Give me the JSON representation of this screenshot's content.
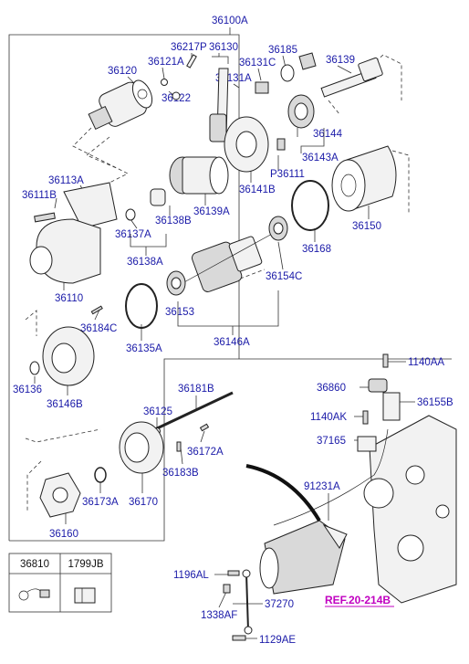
{
  "labels": {
    "top": "36100A",
    "l36217P": "36217P",
    "l36130": "36130",
    "l36185": "36185",
    "l36120": "36120",
    "l36121A": "36121A",
    "l36131C": "36131C",
    "l36139": "36139",
    "l36131A": "36131A",
    "l36122": "36122",
    "l36144": "36144",
    "l36143A": "36143A",
    "lP36111": "P36111",
    "l36141B": "36141B",
    "l36113A": "36113A",
    "l36111B": "36111B",
    "l36139A": "36139A",
    "l36150": "36150",
    "l36137A": "36137A",
    "l36138B": "36138B",
    "l36168": "36168",
    "l36138A": "36138A",
    "l36154C": "36154C",
    "l36110": "36110",
    "l36153": "36153",
    "l36184C": "36184C",
    "l36135A": "36135A",
    "l36146A": "36146A",
    "l1140AA": "1140AA",
    "l36136": "36136",
    "l36146B": "36146B",
    "l36860": "36860",
    "l36181B": "36181B",
    "l36155B": "36155B",
    "l36125": "36125",
    "l1140AK": "1140AK",
    "l36172A": "36172A",
    "l37165": "37165",
    "l36183B": "36183B",
    "l91231A": "91231A",
    "l36173A": "36173A",
    "l36170": "36170",
    "l36160": "36160",
    "l1196AL": "1196AL",
    "l37270": "37270",
    "l1338AF": "1338AF",
    "l1129AE": "1129AE",
    "ref": "REF.20-214B"
  },
  "legend_table": {
    "headers": [
      "36810",
      "1799JB"
    ]
  }
}
